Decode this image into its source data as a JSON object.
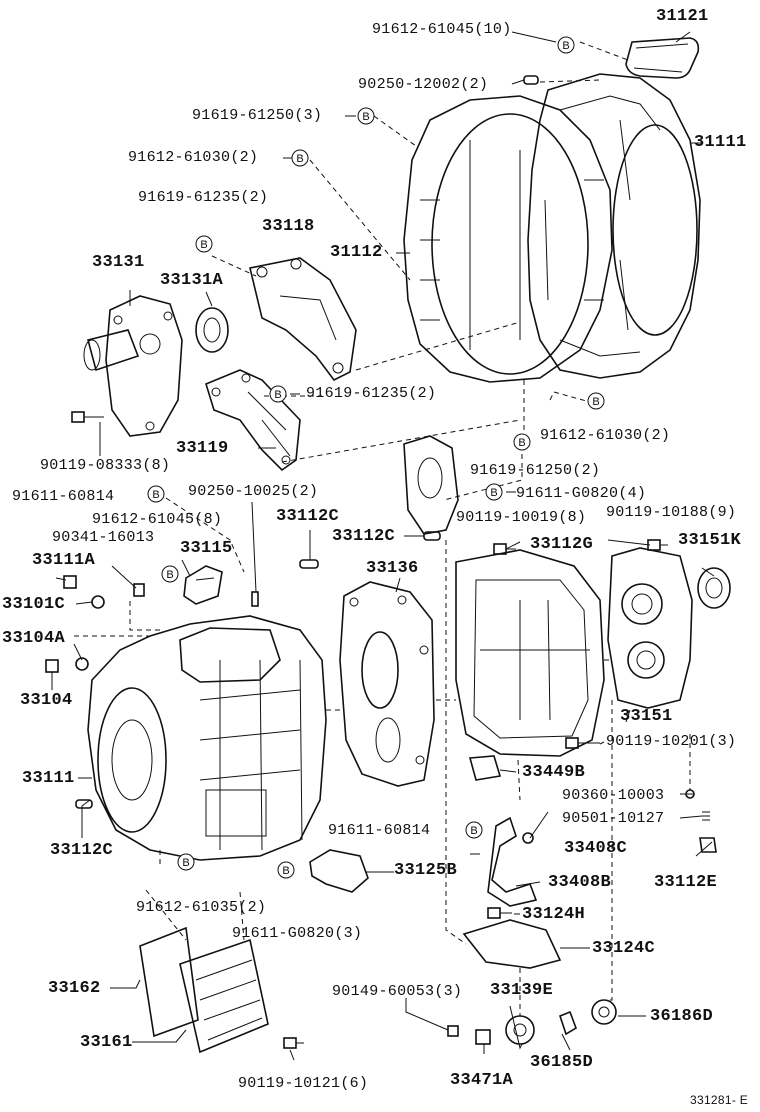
{
  "diagram_id": "331281- E",
  "bolt_marker": "B",
  "labels": [
    {
      "id": "l1",
      "text": "91612-61045(10)"
    },
    {
      "id": "l2",
      "text": "31121"
    },
    {
      "id": "l3",
      "text": "90250-12002(2)"
    },
    {
      "id": "l4",
      "text": "91619-61250(3)"
    },
    {
      "id": "l5",
      "text": "31111"
    },
    {
      "id": "l6",
      "text": "91612-61030(2)"
    },
    {
      "id": "l7",
      "text": "91619-61235(2)"
    },
    {
      "id": "l8",
      "text": "33118"
    },
    {
      "id": "l9",
      "text": "31112"
    },
    {
      "id": "l10",
      "text": "33131"
    },
    {
      "id": "l11",
      "text": "33131A"
    },
    {
      "id": "l12",
      "text": "91619-61235(2)"
    },
    {
      "id": "l13",
      "text": "91612-61030(2)"
    },
    {
      "id": "l14",
      "text": "33119"
    },
    {
      "id": "l15",
      "text": "90119-08333(8)"
    },
    {
      "id": "l16",
      "text": "91619-61250(2)"
    },
    {
      "id": "l17",
      "text": "91611-60814"
    },
    {
      "id": "l18",
      "text": "90250-10025(2)"
    },
    {
      "id": "l19",
      "text": "91611-G0820(4)"
    },
    {
      "id": "l20",
      "text": "91612-61045(8)"
    },
    {
      "id": "l21",
      "text": "33112C"
    },
    {
      "id": "l22",
      "text": "90119-10019(8)"
    },
    {
      "id": "l23",
      "text": "90119-10188(9)"
    },
    {
      "id": "l24",
      "text": "90341-16013"
    },
    {
      "id": "l25",
      "text": "33112C"
    },
    {
      "id": "l26",
      "text": "33112G"
    },
    {
      "id": "l27",
      "text": "33151K"
    },
    {
      "id": "l28",
      "text": "33111A"
    },
    {
      "id": "l29",
      "text": "33115"
    },
    {
      "id": "l30",
      "text": "33136"
    },
    {
      "id": "l31",
      "text": "33101C"
    },
    {
      "id": "l32",
      "text": "33104A"
    },
    {
      "id": "l33",
      "text": "33104"
    },
    {
      "id": "l34",
      "text": "33151"
    },
    {
      "id": "l35",
      "text": "90119-10201(3)"
    },
    {
      "id": "l36",
      "text": "33111"
    },
    {
      "id": "l37",
      "text": "33449B"
    },
    {
      "id": "l38",
      "text": "90360-10003"
    },
    {
      "id": "l39",
      "text": "90501-10127"
    },
    {
      "id": "l40",
      "text": "33112C"
    },
    {
      "id": "l41",
      "text": "91611-60814"
    },
    {
      "id": "l42",
      "text": "33408C"
    },
    {
      "id": "l43",
      "text": "33112E"
    },
    {
      "id": "l44",
      "text": "33125B"
    },
    {
      "id": "l45",
      "text": "33408B"
    },
    {
      "id": "l46",
      "text": "91612-61035(2)"
    },
    {
      "id": "l47",
      "text": "91611-G0820(3)"
    },
    {
      "id": "l48",
      "text": "33124H"
    },
    {
      "id": "l49",
      "text": "33124C"
    },
    {
      "id": "l50",
      "text": "33162"
    },
    {
      "id": "l51",
      "text": "90149-60053(3)"
    },
    {
      "id": "l52",
      "text": "33139E"
    },
    {
      "id": "l53",
      "text": "36186D"
    },
    {
      "id": "l54",
      "text": "33161"
    },
    {
      "id": "l55",
      "text": "36185D"
    },
    {
      "id": "l56",
      "text": "90119-10121(6)"
    },
    {
      "id": "l57",
      "text": "33471A"
    }
  ]
}
